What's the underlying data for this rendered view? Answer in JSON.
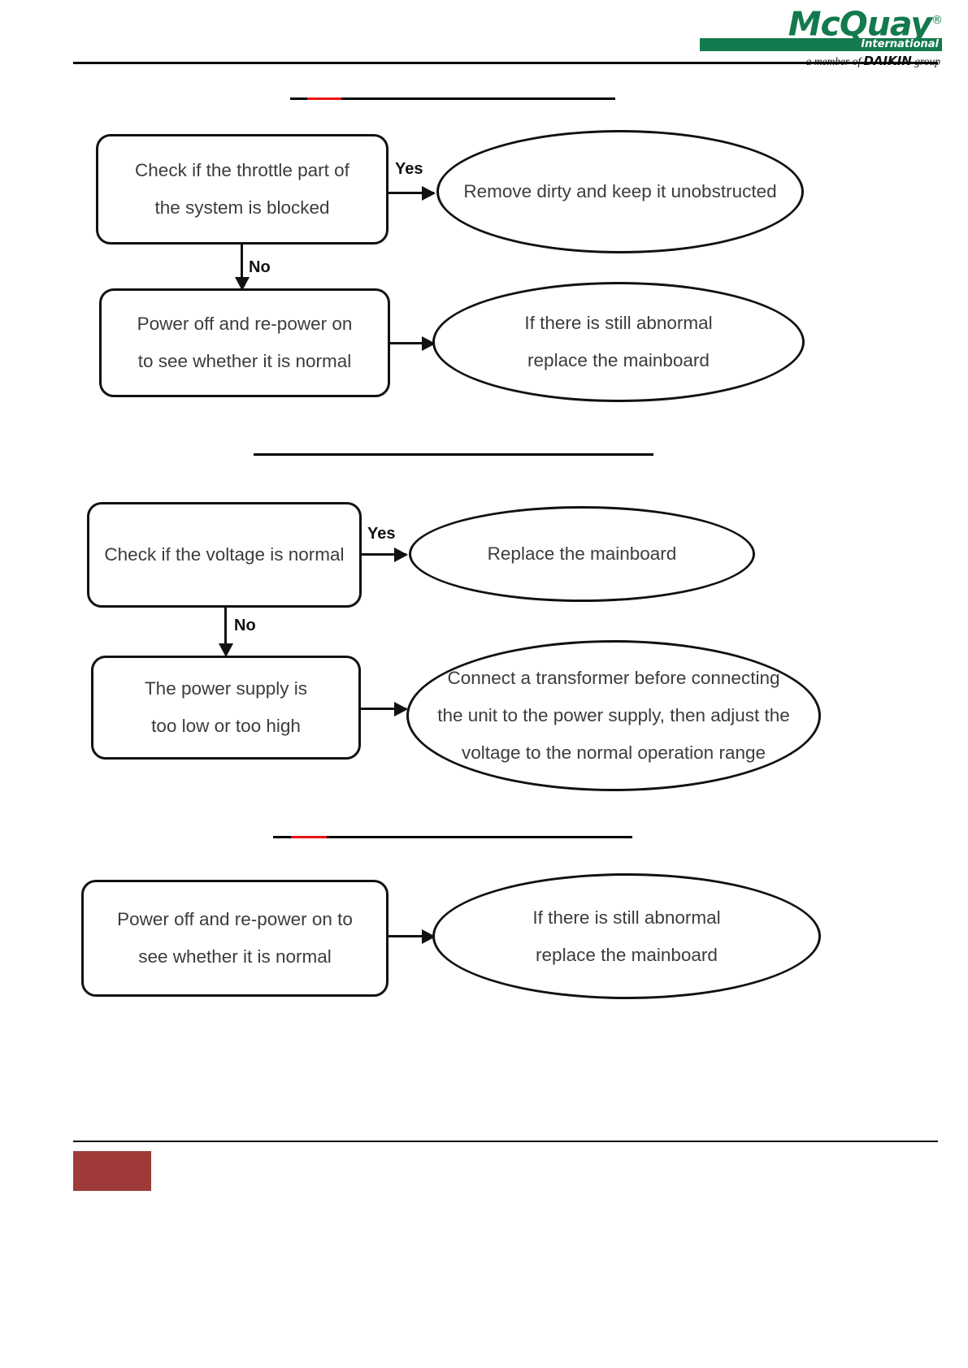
{
  "header": {
    "logo": {
      "brand": "McQuay",
      "registered_mark": "®",
      "sub_brand": "International",
      "tagline_prefix": "a member of ",
      "tagline_brand": "DAIKIN",
      "tagline_suffix": " group",
      "brand_color": "#127a4c"
    }
  },
  "dividers": [
    {
      "name": "section-1-divider",
      "accent_color": "#ee1111"
    },
    {
      "name": "section-2-divider",
      "accent_color": "#000000"
    },
    {
      "name": "section-3-divider",
      "accent_color": "#ee1111"
    }
  ],
  "flowcharts": [
    {
      "id": "flowchart-1",
      "decision": {
        "lines": [
          "Check if the throttle part of",
          "the system is blocked"
        ]
      },
      "yes_label": "Yes",
      "no_label": "No",
      "yes_outcome": {
        "lines": [
          "Remove dirty and keep it unobstructed"
        ]
      },
      "fallback_step": {
        "lines": [
          "Power off and re-power on",
          "to see whether it is normal"
        ]
      },
      "fallback_outcome": {
        "lines": [
          "If there is still abnormal",
          "replace the mainboard"
        ]
      }
    },
    {
      "id": "flowchart-2",
      "decision": {
        "lines": [
          "Check if the voltage is normal"
        ]
      },
      "yes_label": "Yes",
      "no_label": "No",
      "yes_outcome": {
        "lines": [
          "Replace the mainboard"
        ]
      },
      "fallback_step": {
        "lines": [
          "The power supply is",
          "too low or too high"
        ]
      },
      "fallback_outcome": {
        "lines": [
          "Connect a transformer before connecting",
          "the unit to the power supply, then adjust the",
          "voltage to the normal operation range"
        ]
      }
    },
    {
      "id": "flowchart-3",
      "step": {
        "lines": [
          "Power off and re-power on to",
          "see whether it is normal"
        ]
      },
      "outcome": {
        "lines": [
          "If there is still abnormal",
          "replace the mainboard"
        ]
      }
    }
  ],
  "footer": {
    "block_color": "#9e3b38"
  }
}
